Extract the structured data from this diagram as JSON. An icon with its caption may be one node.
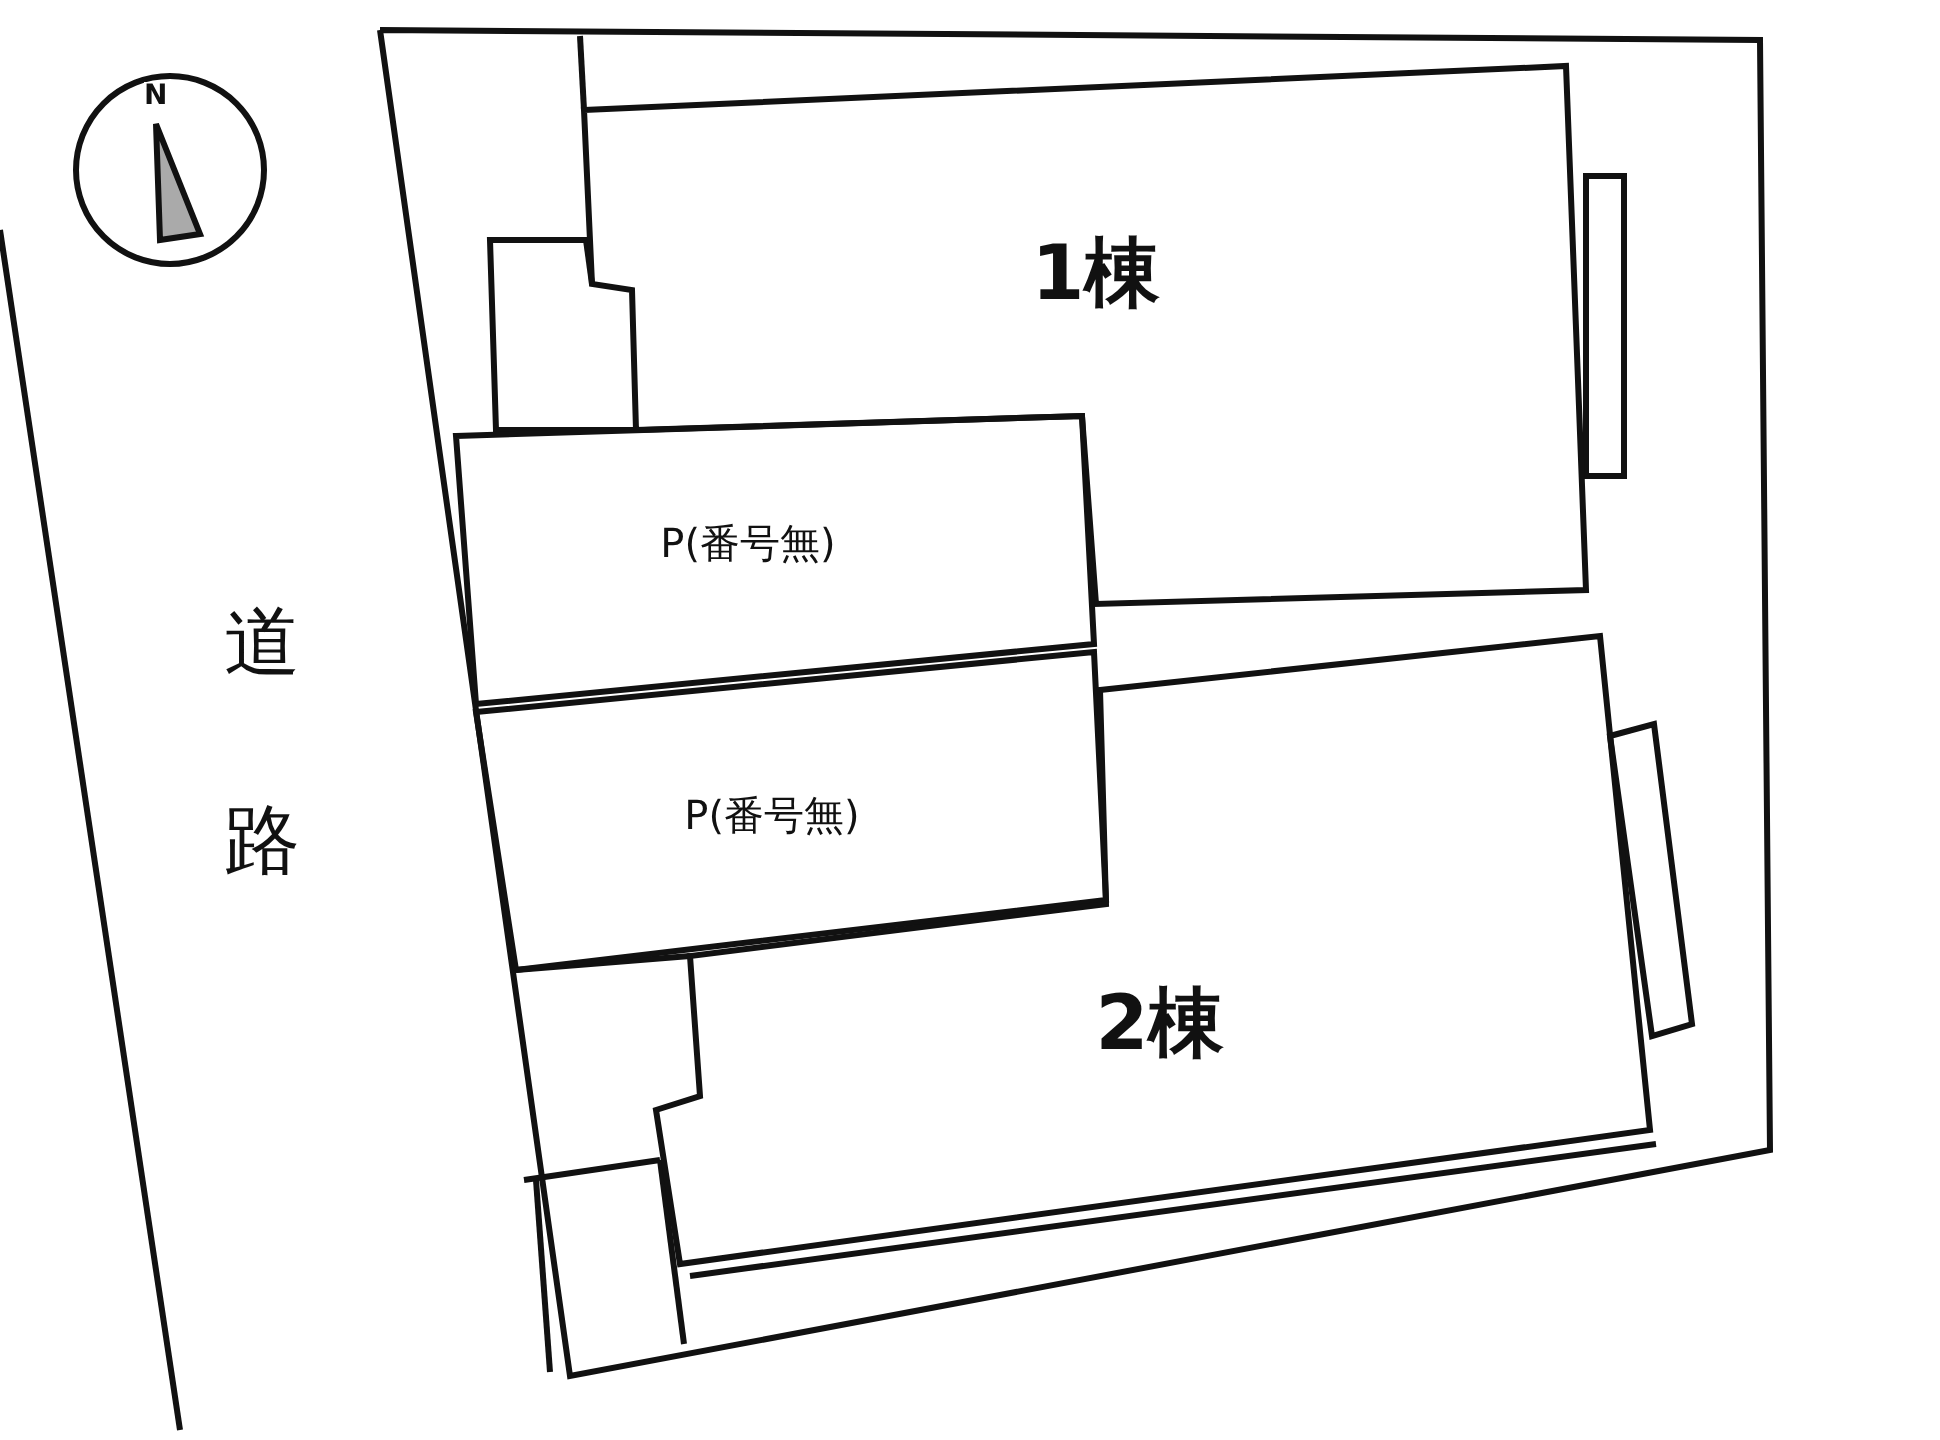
{
  "diagram": {
    "nodes": [
      {
        "text": [
          "1棟"
        ]
      },
      {
        "text": [
          "P(番号無)"
        ]
      },
      {
        "text": [
          "P(番号無)"
        ]
      },
      {
        "text": [
          "2棟"
        ]
      }
    ],
    "labels": [
      "N",
      "道路"
    ]
  }
}
